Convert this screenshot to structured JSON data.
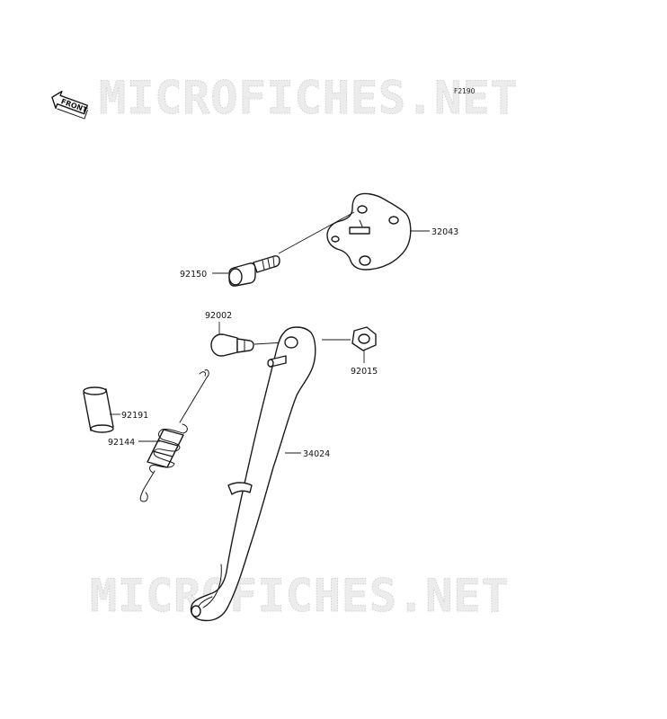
{
  "watermark": {
    "top": "MICROFICHES.NET",
    "bottom": "MICROFICHES.NET"
  },
  "figure_code": "F2190",
  "front_arrow": {
    "label": "FRONT",
    "icon": "front-arrow-icon"
  },
  "parts": [
    {
      "id": "part-32043",
      "number": "32043",
      "name": "bracket"
    },
    {
      "id": "part-92150",
      "number": "92150",
      "name": "bolt"
    },
    {
      "id": "part-92002",
      "number": "92002",
      "name": "pivot-bolt"
    },
    {
      "id": "part-92015",
      "number": "92015",
      "name": "nut"
    },
    {
      "id": "part-92191",
      "number": "92191",
      "name": "sleeve"
    },
    {
      "id": "part-92144",
      "number": "92144",
      "name": "spring"
    },
    {
      "id": "part-34024",
      "number": "34024",
      "name": "side-stand"
    }
  ]
}
